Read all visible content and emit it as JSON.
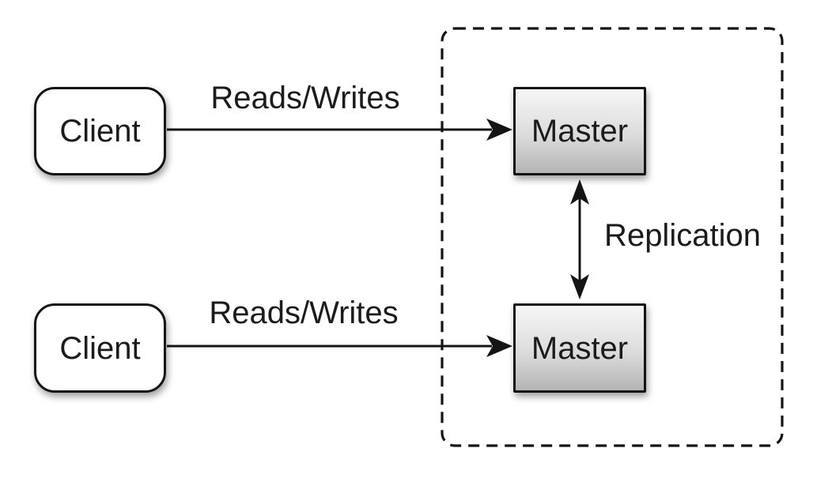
{
  "colors": {
    "background": "#ffffff",
    "stroke": "#141414",
    "text": "#1b1b1b",
    "client_fill": "#ffffff",
    "master_gradient_top": "#f6f6f6",
    "master_gradient_mid": "#dcdcdc",
    "master_gradient_bottom": "#b4b4b4"
  },
  "nodes": {
    "client_top": {
      "label": "Client"
    },
    "client_bottom": {
      "label": "Client"
    },
    "master_top": {
      "label": "Master"
    },
    "master_bottom": {
      "label": "Master"
    }
  },
  "edges": {
    "reads_writes_top": {
      "label": "Reads/Writes"
    },
    "reads_writes_bottom": {
      "label": "Reads/Writes"
    },
    "replication": {
      "label": "Replication"
    }
  }
}
